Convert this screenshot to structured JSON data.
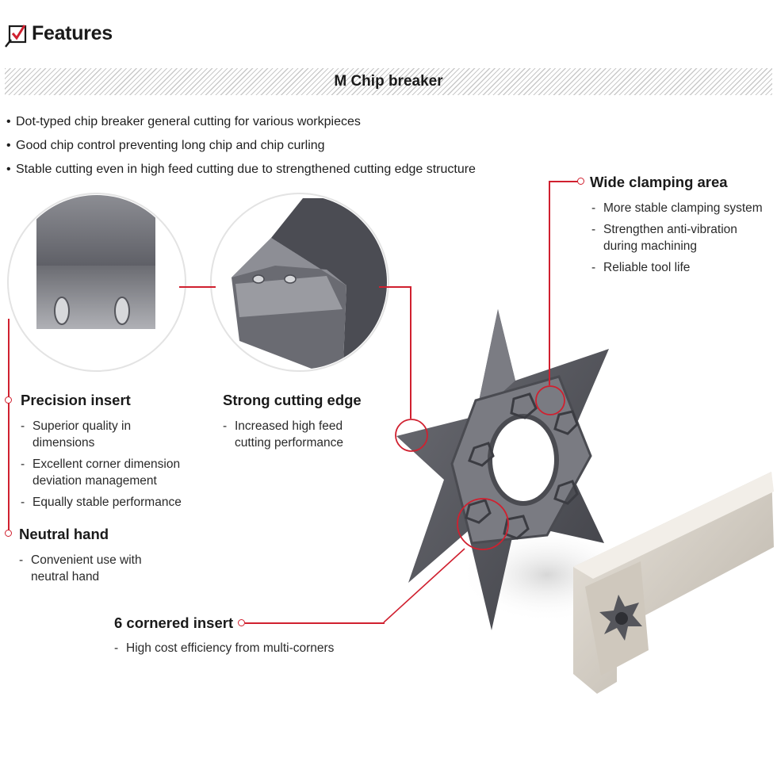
{
  "header": {
    "title": "Features",
    "icon": "checkbox-pen-icon"
  },
  "section": {
    "title": "M Chip breaker"
  },
  "bullets": [
    "Dot-typed chip breaker general cutting for various workpieces",
    "Good chip control preventing long chip and chip curling",
    "Stable cutting even in high feed cutting due to strengthened cutting edge structure"
  ],
  "callouts": {
    "wide_clamping": {
      "title": "Wide clamping area",
      "items": [
        "More stable clamping system",
        "Strengthen anti-vibration\nduring machining",
        "Reliable tool life"
      ]
    },
    "precision": {
      "title": "Precision insert",
      "items": [
        "Superior quality in\ndimensions",
        "Excellent corner dimension\ndeviation management",
        "Equally stable performance"
      ]
    },
    "strong_edge": {
      "title": "Strong cutting edge",
      "items": [
        "Increased high feed\ncutting performance"
      ]
    },
    "neutral": {
      "title": "Neutral hand",
      "items": [
        "Convenient use with\nneutral hand"
      ]
    },
    "six_corner": {
      "title": "6 cornered insert",
      "items": [
        "High cost efficiency from multi-corners"
      ]
    }
  },
  "colors": {
    "accent": "#d0202f",
    "insert": "#55565c",
    "holder": "#d8d2c8"
  }
}
